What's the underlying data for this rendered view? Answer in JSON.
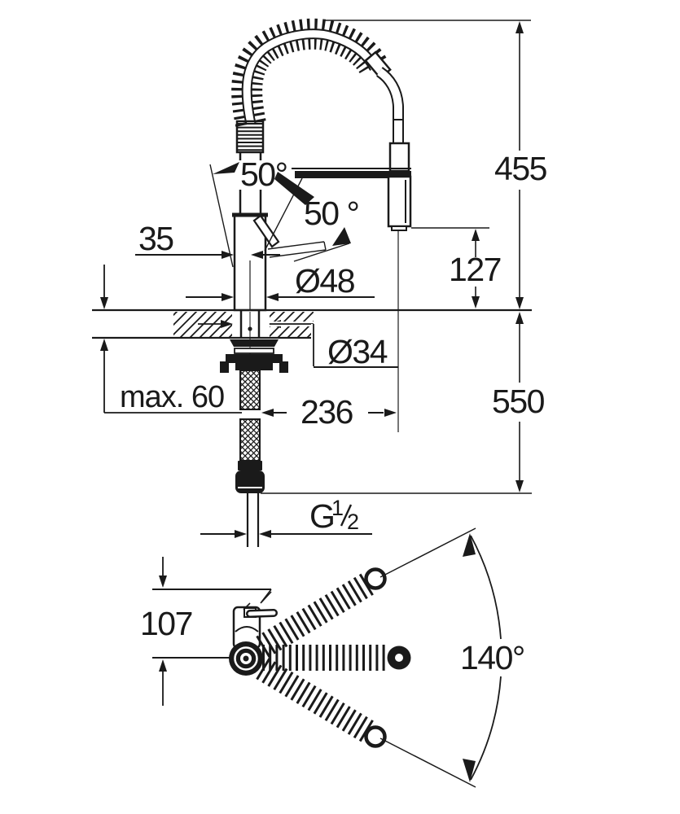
{
  "colors": {
    "ink": "#1a1a1a",
    "background": "#ffffff"
  },
  "front_view": {
    "labels": {
      "tilt_angle": "50°",
      "swivel_angle": "50 °",
      "handle_offset": "35",
      "body_diameter": "Ø48",
      "height_above_deck": "455",
      "outlet_height": "127",
      "hole_diameter": "Ø34",
      "max_deck_thickness": "max. 60",
      "spout_reach": "236",
      "below_deck_length": "550",
      "thread_prefix": "G",
      "thread_numerator": "1",
      "thread_denominator": "2"
    }
  },
  "top_view": {
    "labels": {
      "front_offset": "107",
      "swivel_range": "140°"
    }
  }
}
